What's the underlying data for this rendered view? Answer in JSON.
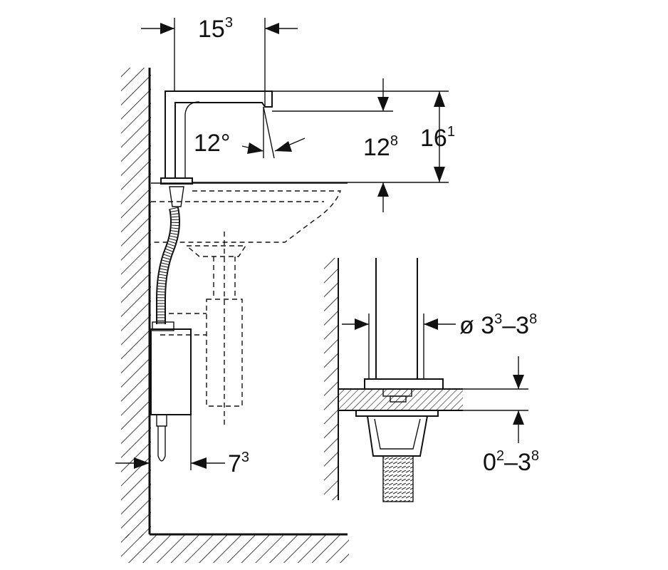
{
  "dimensions": {
    "spout_reach": {
      "base": "15",
      "sup": "3"
    },
    "spray_angle": "12°",
    "spout_height": {
      "base": "12",
      "sup": "8"
    },
    "total_height": {
      "base": "16",
      "sup": "1"
    },
    "wall_gap": {
      "base": "7",
      "sup": "3"
    },
    "hole_diameter": {
      "prefix": "ø 3",
      "sup1": "3",
      "mid": "–3",
      "sup2": "8"
    },
    "deck_thickness": {
      "prefix": "0",
      "sup1": "2",
      "mid": "–3",
      "sup2": "8"
    }
  },
  "colors": {
    "line": "#111111",
    "background": "#ffffff"
  }
}
